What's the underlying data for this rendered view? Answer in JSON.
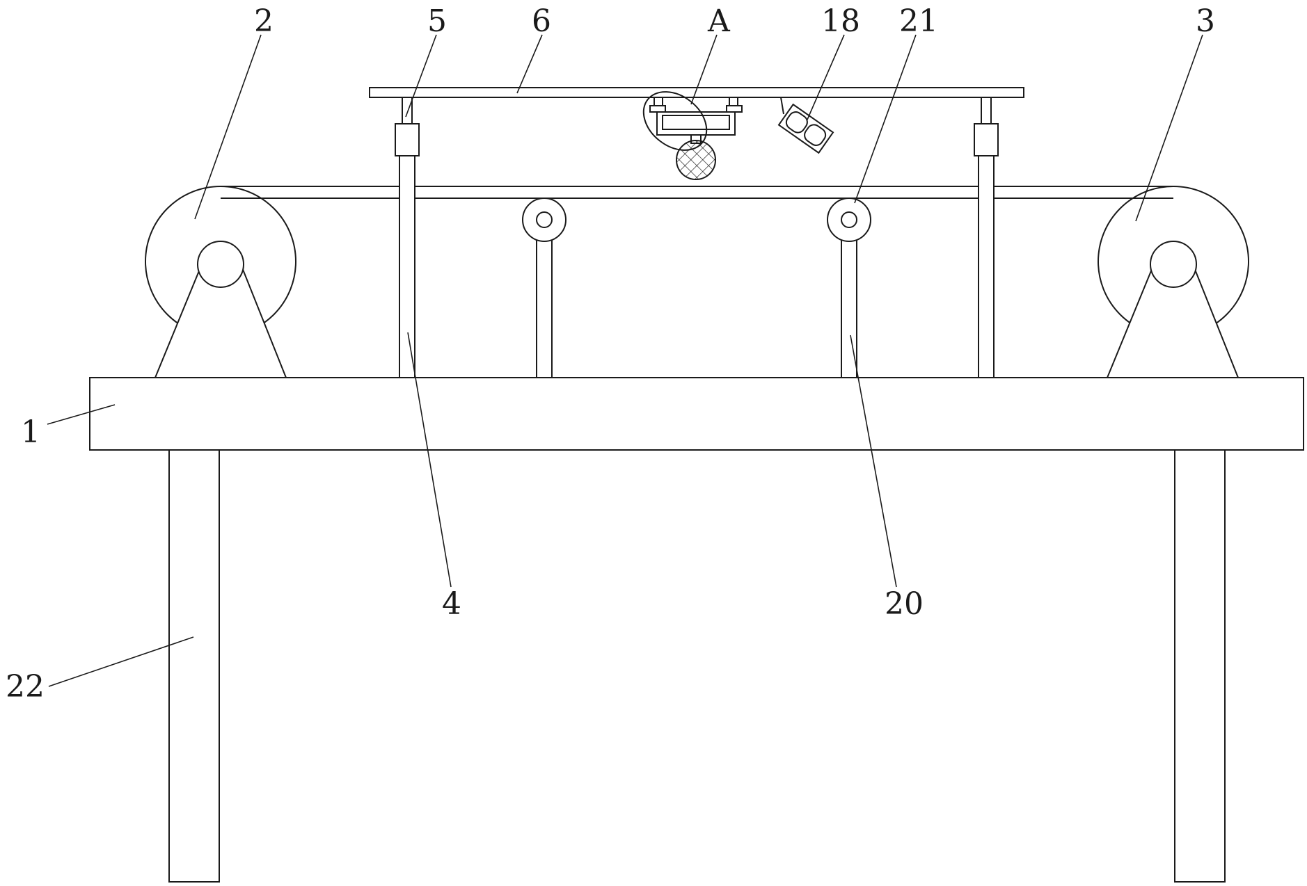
{
  "figure": {
    "labels": {
      "frame": "1",
      "unwind_roller": "2",
      "rewind_roller": "3",
      "lift_column": "4",
      "column_sleeve": "5",
      "top_plate": "6",
      "detail_callout": "A",
      "inclined_unit": "18",
      "guide_roller": "21",
      "guide_post": "20",
      "leg": "22"
    }
  }
}
